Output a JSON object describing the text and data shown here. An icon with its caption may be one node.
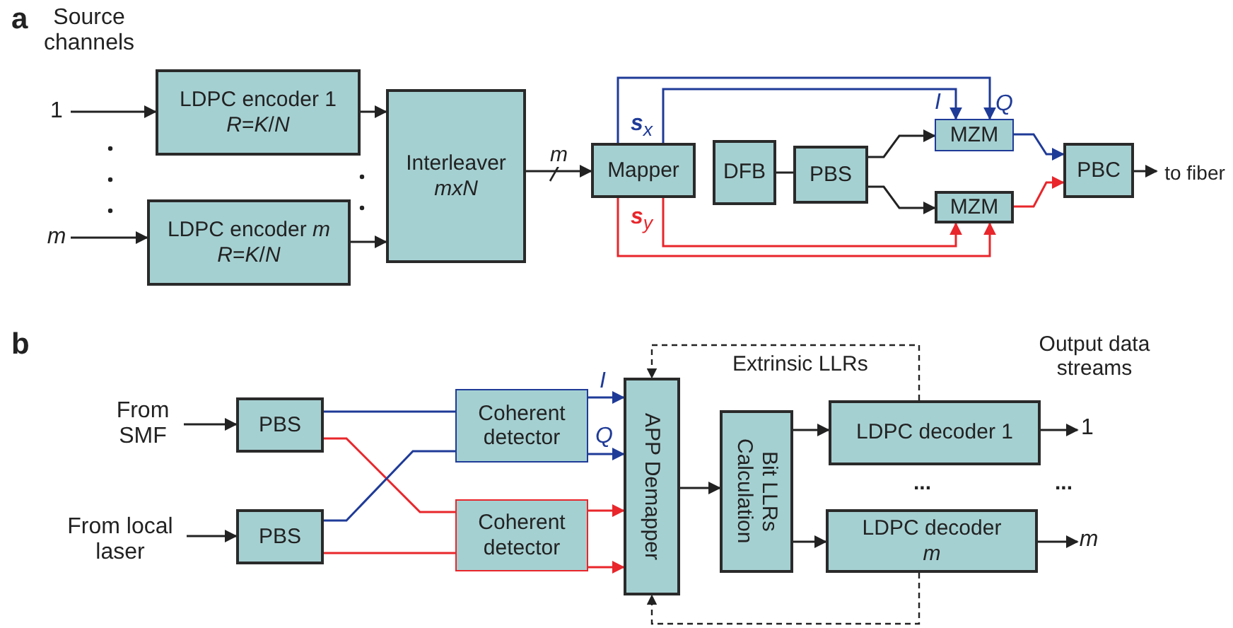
{
  "diagram": {
    "nodes": [
      {
        "text": [
          "1"
        ]
      },
      {
        "text": [
          "m"
        ]
      },
      {
        "text": [
          "LDPC encoder 1",
          "*R*=*K*/*N*"
        ]
      },
      {
        "text": [
          "LDPC encoder *m*",
          "*R*=*K*/*N*"
        ]
      },
      {
        "text": [
          "Interleaver",
          "mxN"
        ]
      },
      {
        "text": [
          "Mapper"
        ]
      },
      {
        "text": [
          "DFB"
        ]
      },
      {
        "text": [
          "PBS"
        ]
      },
      {
        "text": [
          "MZM"
        ]
      },
      {
        "text": [
          "MZM"
        ]
      },
      {
        "text": [
          "PBC"
        ]
      },
      {
        "text": [
          "From SMF"
        ]
      },
      {
        "text": [
          "From local laser"
        ]
      },
      {
        "text": [
          "PBS"
        ]
      },
      {
        "text": [
          "PBS"
        ]
      },
      {
        "text": [
          "Coherent detector"
        ]
      },
      {
        "text": [
          "Coherent detector"
        ]
      },
      {
        "text": [
          "APP Demapper"
        ]
      },
      {
        "text": [
          "Bit LLRs Calculation"
        ]
      },
      {
        "text": [
          "LDPC decoder 1"
        ]
      },
      {
        "text": [
          "LDPC decoder *m*"
        ]
      },
      {
        "text": [
          "1"
        ]
      },
      {
        "text": [
          "m"
        ]
      },
      {
        "text": [
          "to fiber"
        ]
      }
    ],
    "edges": [
      {
        "from": 0,
        "to": 2,
        "arrow": "to"
      },
      {
        "from": 1,
        "to": 3,
        "arrow": "to"
      },
      {
        "from": 2,
        "to": 4,
        "arrow": "to"
      },
      {
        "from": 3,
        "to": 4,
        "arrow": "to"
      },
      {
        "from": 4,
        "to": 5,
        "arrow": "to",
        "label": "m"
      },
      {
        "from": 6,
        "to": 7,
        "arrow": "none"
      },
      {
        "from": 7,
        "to": 8,
        "arrow": "to"
      },
      {
        "from": 7,
        "to": 9,
        "arrow": "to"
      },
      {
        "from": 5,
        "to": 8,
        "arrow": "to",
        "color": "#1f3b98"
      },
      {
        "from": 5,
        "to": 8,
        "arrow": "to",
        "color": "#1f3b98"
      },
      {
        "from": 5,
        "to": 9,
        "arrow": "to",
        "color": "#e8262b"
      },
      {
        "from": 5,
        "to": 9,
        "arrow": "to",
        "color": "#e8262b"
      },
      {
        "from": 8,
        "to": 10,
        "arrow": "to",
        "color": "#1f3b98"
      },
      {
        "from": 9,
        "to": 10,
        "arrow": "to",
        "color": "#e8262b"
      },
      {
        "from": 10,
        "to": 23,
        "arrow": "to"
      },
      {
        "from": 11,
        "to": 13,
        "arrow": "to"
      },
      {
        "from": 12,
        "to": 14,
        "arrow": "to"
      },
      {
        "from": 13,
        "to": 15,
        "arrow": "none",
        "color": "#1f3b98"
      },
      {
        "from": 13,
        "to": 16,
        "arrow": "none",
        "color": "#e8262b"
      },
      {
        "from": 14,
        "to": 15,
        "arrow": "none",
        "color": "#1f3b98"
      },
      {
        "from": 14,
        "to": 16,
        "arrow": "none",
        "color": "#e8262b"
      },
      {
        "from": 15,
        "to": 17,
        "arrow": "to",
        "color": "#1f3b98"
      },
      {
        "from": 15,
        "to": 17,
        "arrow": "to",
        "color": "#1f3b98"
      },
      {
        "from": 16,
        "to": 17,
        "arrow": "to",
        "color": "#e8262b"
      },
      {
        "from": 16,
        "to": 17,
        "arrow": "to",
        "color": "#e8262b"
      },
      {
        "from": 17,
        "to": 18,
        "arrow": "to"
      },
      {
        "from": 18,
        "to": 19,
        "arrow": "to"
      },
      {
        "from": 18,
        "to": 20,
        "arrow": "to"
      },
      {
        "from": 19,
        "to": 21,
        "arrow": "to"
      },
      {
        "from": 20,
        "to": 22,
        "arrow": "to"
      },
      {
        "from": 19,
        "to": 17,
        "arrow": "to",
        "style": "dashed"
      },
      {
        "from": 20,
        "to": 17,
        "arrow": "to",
        "style": "dashed"
      }
    ],
    "labels": [
      "a",
      "Source channels",
      "**s**$_{x}$",
      "I",
      "Q",
      "**s**$_{y}$",
      "b",
      "I",
      "Q",
      "Extrinsic LLRs",
      "Output data streams",
      "...",
      "..."
    ]
  }
}
